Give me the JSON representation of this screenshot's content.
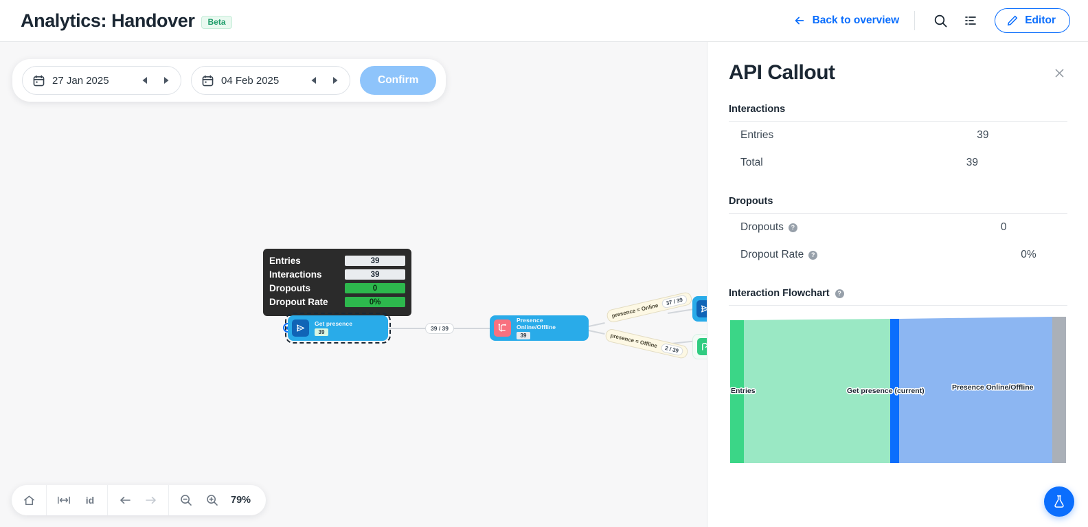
{
  "header": {
    "title": "Analytics: Handover",
    "badge": "Beta",
    "back_label": "Back to overview",
    "search_icon": "search-icon",
    "list_icon": "list-icon",
    "editor_label": "Editor",
    "editor_icon": "pencil-icon"
  },
  "daterange": {
    "start": "27 Jan 2025",
    "end": "04 Feb 2025",
    "confirm_label": "Confirm",
    "calendar_icon": "calendar-icon",
    "prev_icon": "caret-left-icon",
    "next_icon": "caret-right-icon"
  },
  "tooltip": {
    "rows": [
      {
        "label": "Entries",
        "value": "39",
        "tone": "neutral"
      },
      {
        "label": "Interactions",
        "value": "39",
        "tone": "neutral"
      },
      {
        "label": "Dropouts",
        "value": "0",
        "tone": "good"
      },
      {
        "label": "Dropout Rate",
        "value": "0%",
        "tone": "good"
      }
    ]
  },
  "flow": {
    "nodes": [
      {
        "title": "Get presence",
        "badge": "39",
        "icon": "send-icon"
      },
      {
        "title": "Presence Online/Offline",
        "badge": "39",
        "icon": "branch-icon"
      }
    ],
    "edge_label": "39 / 39",
    "branches": [
      {
        "label": "presence = Online",
        "count": "37 / 39"
      },
      {
        "label": "presence = Offline",
        "count": "2 / 39"
      }
    ]
  },
  "bottombar": {
    "home_icon": "home-icon",
    "fit_icon": "fit-width-icon",
    "id_label": "id",
    "back_icon": "arrow-left-icon",
    "forward_icon": "arrow-right-icon",
    "zoom_out_icon": "zoom-out-icon",
    "zoom_in_icon": "zoom-in-icon",
    "zoom_level": "79%",
    "fab_icon": "flask-icon"
  },
  "panel": {
    "title": "API Callout",
    "close_icon": "close-icon",
    "sections": [
      {
        "heading": "Interactions",
        "rows": [
          {
            "label": "Entries",
            "value": "39",
            "help": false
          },
          {
            "label": "Total",
            "value": "39",
            "help": false
          }
        ]
      },
      {
        "heading": "Dropouts",
        "rows": [
          {
            "label": "Dropouts",
            "value": "0",
            "help": true
          },
          {
            "label": "Dropout Rate",
            "value": "0%",
            "help": true
          }
        ]
      }
    ],
    "flowchart_heading": "Interaction Flowchart"
  },
  "chart_data": {
    "type": "sankey",
    "title": "Interaction Flowchart",
    "nodes": [
      {
        "name": "Entries",
        "color": "#3bd687",
        "value": 39
      },
      {
        "name": "Get presence (current)",
        "color": "#0b6efd",
        "value": 39
      },
      {
        "name": "Presence Online/Offline",
        "color": "#8cb6f2",
        "value": 39
      },
      {
        "name": "",
        "color": "#aab0b8",
        "value": 39
      }
    ],
    "links": [
      {
        "source": "Entries",
        "target": "Get presence (current)",
        "value": 39,
        "color": "#9ae8c4"
      },
      {
        "source": "Get presence (current)",
        "target": "Presence Online/Offline",
        "value": 39,
        "color": "#8cb6f2"
      }
    ],
    "legend": "none",
    "grid": false
  },
  "colors": {
    "accent": "#0b6efd",
    "beta_green": "#1f9d6b",
    "node_blue": "#29abe9",
    "icon_navy": "#1064b6",
    "icon_salmon": "#f8717f",
    "good_green": "#2db84d",
    "canvas_bg": "#f7f7f8"
  }
}
